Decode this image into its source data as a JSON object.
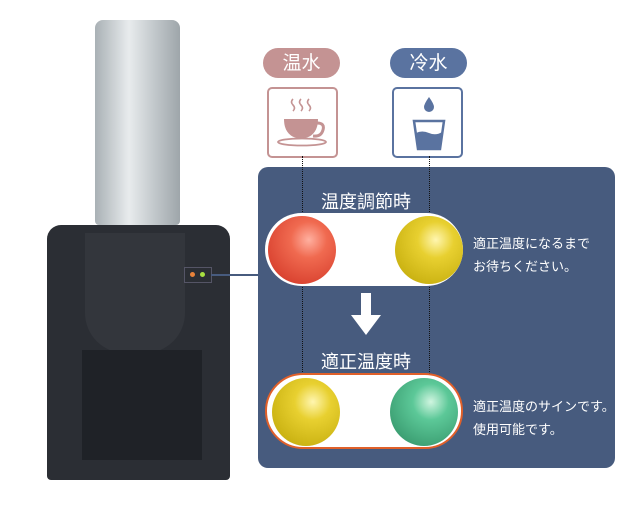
{
  "labels": {
    "hot": "温水",
    "cold": "冷水"
  },
  "icons": {
    "hot": "coffee-cup-icon",
    "cold": "water-glass-icon"
  },
  "states": [
    {
      "title": "温度調節時",
      "lights": [
        "red",
        "yellow"
      ],
      "message_lines": [
        "適正温度になるまで",
        "お待ちください。"
      ]
    },
    {
      "title": "適正温度時",
      "lights": [
        "yellow",
        "green"
      ],
      "message_lines": [
        "適正温度のサインです。",
        "使用可能です。"
      ]
    }
  ],
  "colors": {
    "hot": "#c49393",
    "cold": "#5a73a0",
    "panel": "#475b7e",
    "red": "#e8503a",
    "yellow": "#e0c820",
    "green": "#4fb88a",
    "border": "#e0602a"
  }
}
